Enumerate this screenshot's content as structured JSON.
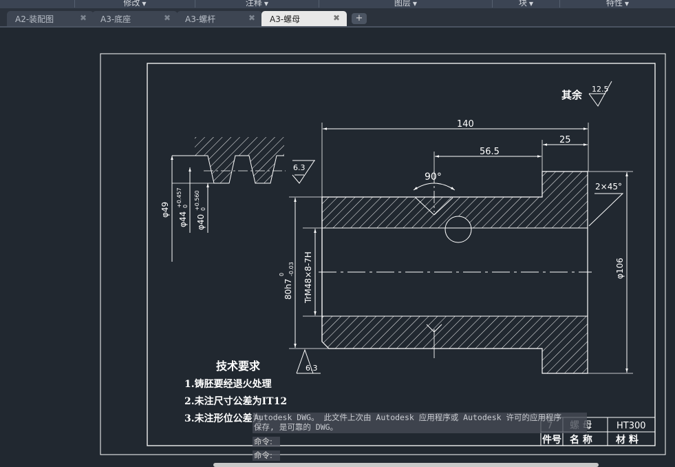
{
  "ribbon": {
    "panels": [
      {
        "label": "修改",
        "arrow": "▼"
      },
      {
        "label": "注释",
        "arrow": "▼"
      },
      {
        "label": "图层",
        "arrow": "▼"
      },
      {
        "label": "块",
        "arrow": "▼"
      },
      {
        "label": "特性",
        "arrow": "▼"
      }
    ]
  },
  "tabs": [
    {
      "label": "A2-装配图",
      "close": "✖",
      "active": false
    },
    {
      "label": "A3-底座",
      "close": "✖",
      "active": false
    },
    {
      "label": "A3-螺杆",
      "close": "✖",
      "active": false
    },
    {
      "label": "A3-螺母",
      "close": "✖",
      "active": true
    }
  ],
  "add_tab_label": "+",
  "drawing": {
    "roughness_note": "其余",
    "roughness_general": "12.5",
    "roughness_local": "6.3",
    "roughness_bottom": "6.3",
    "dims": {
      "total_length": "140",
      "length_56": "56.5",
      "length_25": "25",
      "angle": "90°",
      "chamfer": "2×45°",
      "dia_106": "φ106",
      "dia_80": "80h7",
      "tol_80_upper": "0",
      "tol_80_lower": "-0.03",
      "thread": "TrM48×8-7H",
      "dia_49": "φ49",
      "dia_44": "φ44",
      "tol_44_upper": "+0.457",
      "tol_44_lower": "0",
      "dia_40": "φ40",
      "tol_40_upper": "+0.560",
      "tol_40_lower": "0"
    },
    "tech_title": "技术要求",
    "tech_items": [
      "1.铸胚要经退火处理",
      "2.未注尺寸公差为IT12",
      "3.未注形位公差为"
    ],
    "title_block": {
      "row1": {
        "number": "7",
        "name": "螺 母",
        "material": "HT300"
      },
      "row2": {
        "number": "件号",
        "name": "名 称",
        "material": "材 料"
      }
    }
  },
  "command": {
    "history": [
      "Autodesk DWG。  此文件上次由 Autodesk 应用程序或 Autodesk 许可的应用程序",
      "保存, 是可靠的 DWG。"
    ],
    "prompts": [
      "命令:",
      "命令:"
    ]
  }
}
